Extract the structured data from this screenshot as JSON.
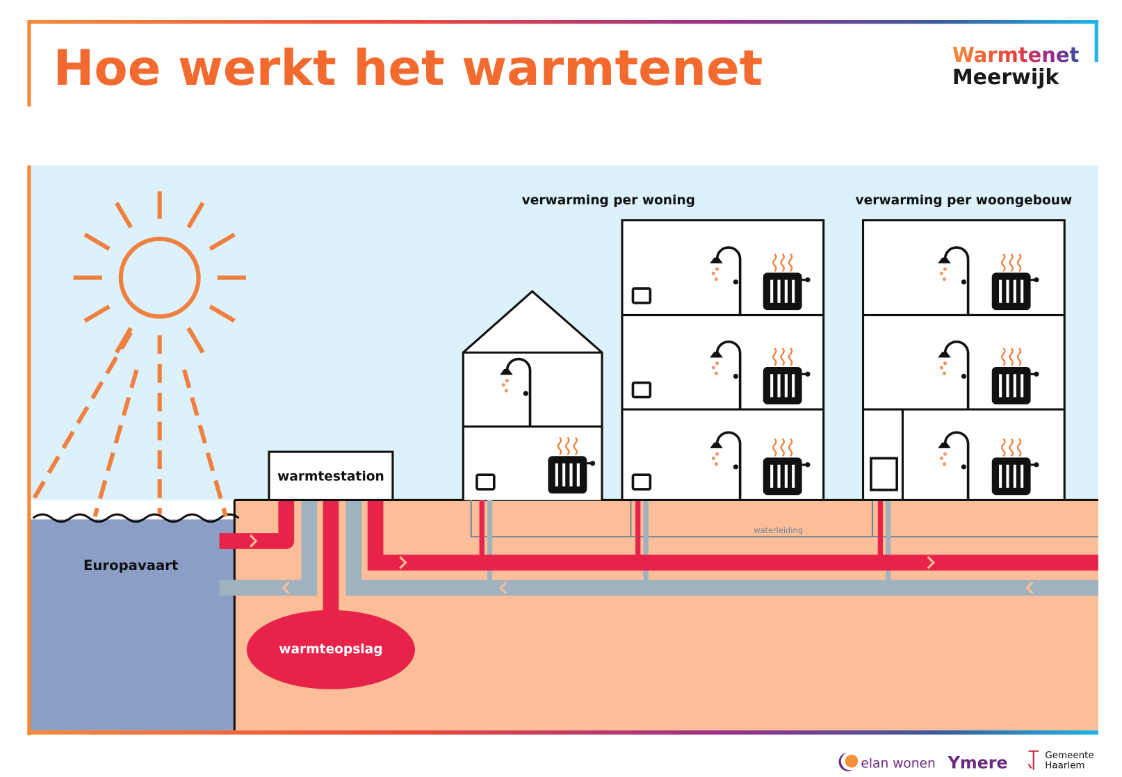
{
  "header": {
    "title": "Hoe werkt het warmtenet",
    "logo_line1": "Warmtenet",
    "logo_line2": "Meerwijk"
  },
  "diagram": {
    "label_house": "verwarming per woning",
    "label_building": "verwarming per woongebouw",
    "station": "warmtestation",
    "storage": "warmteopslag",
    "water_body": "Europavaart",
    "water_line": "waterleiding"
  },
  "footer": {
    "partners": [
      "elan wonen",
      "Ymere",
      "Gemeente",
      "Haarlem"
    ]
  },
  "colors": {
    "orange": "#F26A2E",
    "hot_pipe": "#E8234A",
    "cold_pipe": "#9FB2BF",
    "sky": "#DDF1FB",
    "ground": "#FBBE98",
    "water": "#8A9EC6"
  }
}
